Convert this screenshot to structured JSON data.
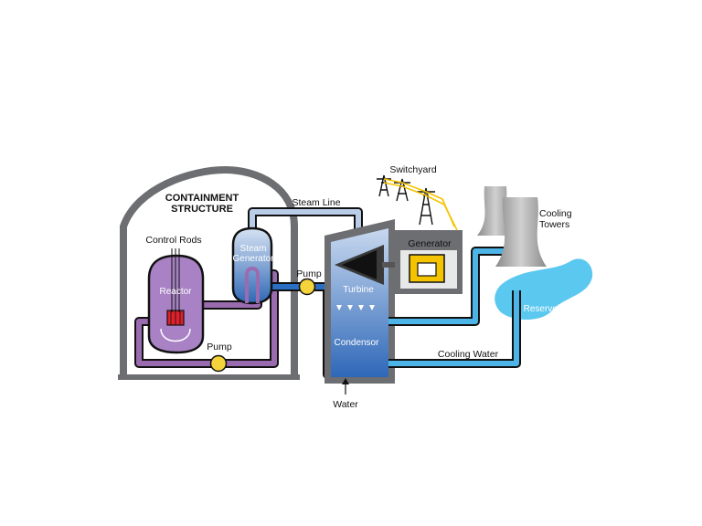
{
  "labels": {
    "containment": [
      "CONTAINMENT",
      "STRUCTURE"
    ],
    "control_rods": "Control Rods",
    "reactor": "Reactor",
    "steam_generator": [
      "Steam",
      "Generator"
    ],
    "steam_line": "Steam Line",
    "pump_primary": "Pump",
    "pump_secondary": "Pump",
    "turbine": "Turbine",
    "condensor": "Condensor",
    "generator": "Generator",
    "switchyard": "Switchyard",
    "cooling_towers": [
      "Cooling",
      "Towers"
    ],
    "reservoir": "Reservoir",
    "cooling_water": "Cooling Water",
    "water": "Water"
  },
  "colors": {
    "primary_loop": "#9b6bb0",
    "reactor_vessel": "#a882c4",
    "core": "#e0202a",
    "steam": "#b9cde8",
    "secondary_water": "#2b6fc4",
    "cooling_water": "#4cb4e6",
    "reservoir": "#5bc8f0",
    "pump": "#f5d33a",
    "generator_yellow": "#f5c400",
    "containment": "#6d6e71",
    "pipe_outline": "#111111"
  },
  "icons": {
    "pump": "pump-icon",
    "pylon": "transmission-tower-icon",
    "cooling_tower": "cooling-tower-icon",
    "arrow": "flow-arrow-icon"
  }
}
